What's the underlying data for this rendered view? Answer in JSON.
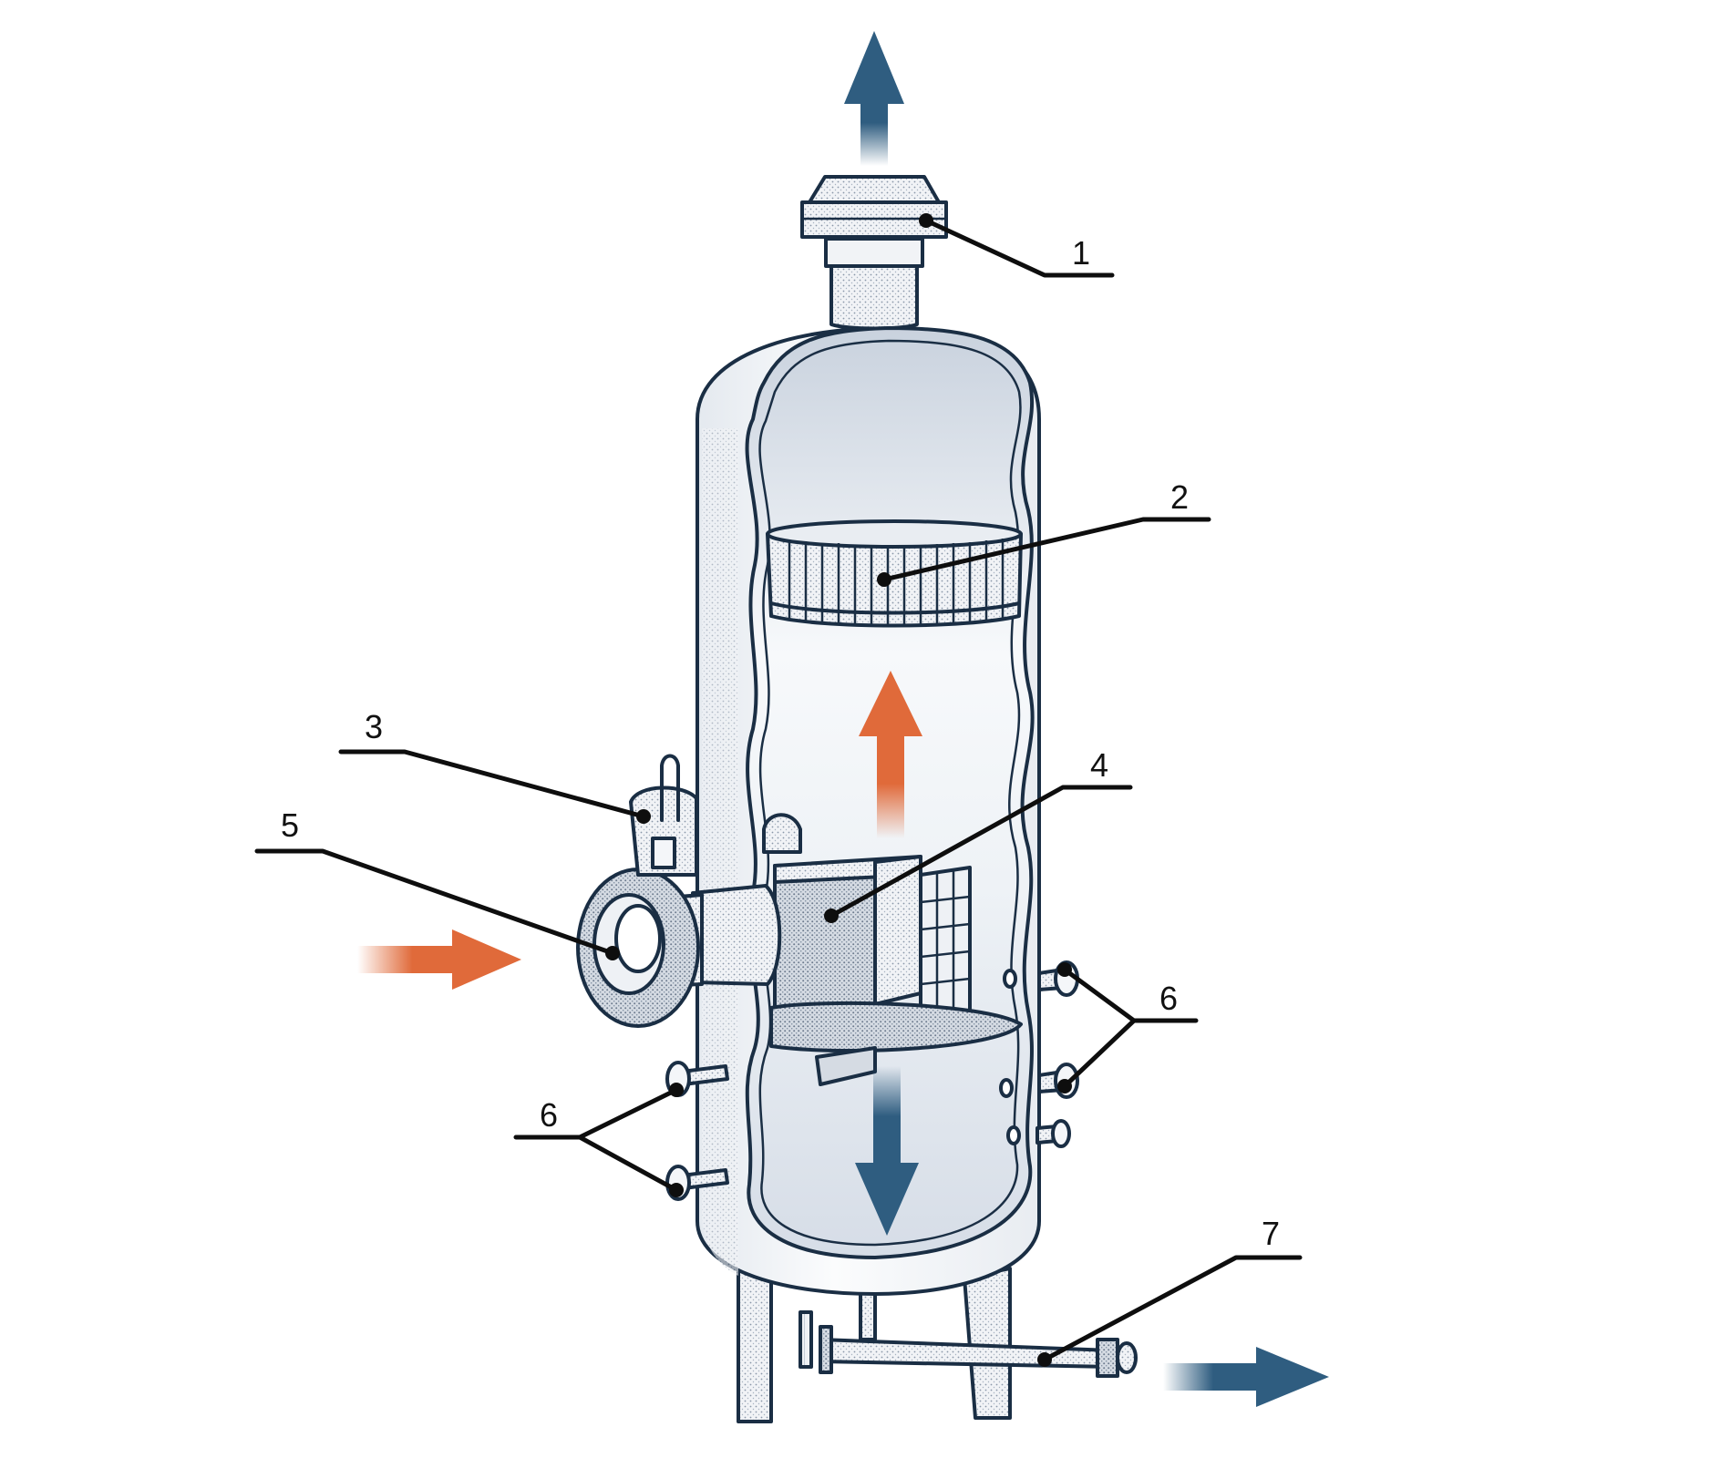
{
  "colors": {
    "ink": "#1a2e44",
    "gas_out_arrow": "#2f5d80",
    "hot_flow_arrow": "#e06a3a",
    "leader_line": "#0e0e0e",
    "shell_fill": "#f4f6f9",
    "interior_fill": "#dfe5ed"
  },
  "callouts": [
    {
      "id": "1",
      "label": "1"
    },
    {
      "id": "2",
      "label": "2"
    },
    {
      "id": "3",
      "label": "3"
    },
    {
      "id": "4",
      "label": "4"
    },
    {
      "id": "5",
      "label": "5"
    },
    {
      "id": "6a",
      "label": "6"
    },
    {
      "id": "6b",
      "label": "6"
    },
    {
      "id": "7",
      "label": "7"
    }
  ],
  "flow_arrows": [
    {
      "name": "top-outlet-arrow",
      "direction": "up",
      "color_key": "gas_out_arrow"
    },
    {
      "name": "inner-rising-arrow",
      "direction": "up",
      "color_key": "hot_flow_arrow"
    },
    {
      "name": "inlet-arrow",
      "direction": "right",
      "color_key": "hot_flow_arrow"
    },
    {
      "name": "inner-falling-arrow",
      "direction": "down",
      "color_key": "gas_out_arrow"
    },
    {
      "name": "drain-outlet-arrow",
      "direction": "right",
      "color_key": "gas_out_arrow"
    }
  ]
}
